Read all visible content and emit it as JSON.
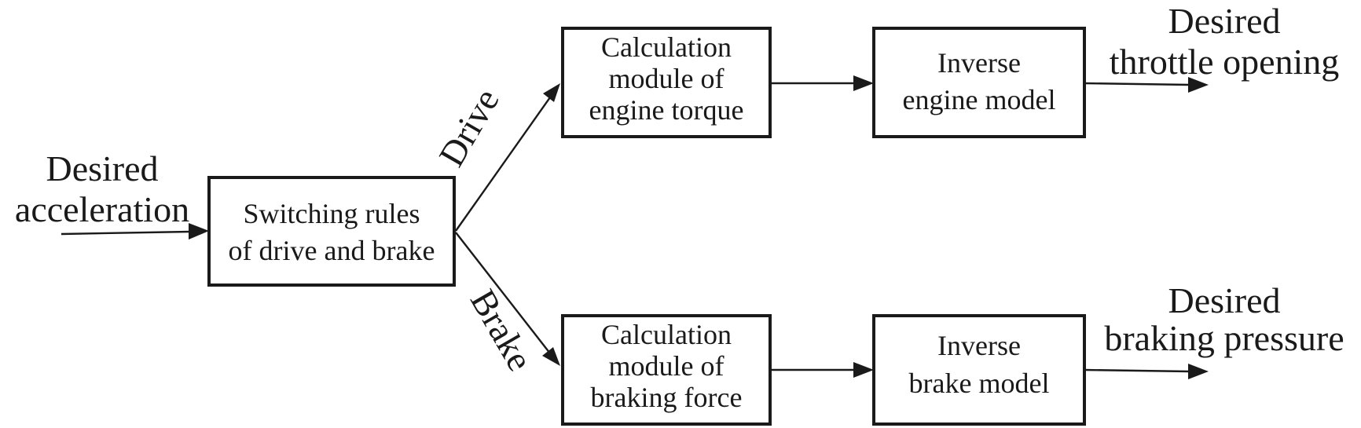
{
  "diagram": {
    "input": {
      "line1": "Desired",
      "line2": "acceleration"
    },
    "switch_block": {
      "line1": "Switching rules",
      "line2": "of drive and brake"
    },
    "branches": {
      "drive": "Drive",
      "brake": "Brake"
    },
    "engine_torque_block": {
      "line1": "Calculation",
      "line2": "module of",
      "line3": "engine torque"
    },
    "braking_force_block": {
      "line1": "Calculation",
      "line2": "module of",
      "line3": "braking force"
    },
    "inverse_engine_block": {
      "line1": "Inverse",
      "line2": "engine model"
    },
    "inverse_brake_block": {
      "line1": "Inverse",
      "line2": "brake model"
    },
    "output_throttle": {
      "line1": "Desired",
      "line2": "throttle opening"
    },
    "output_pressure": {
      "line1": "Desired",
      "line2": "braking pressure"
    },
    "colors": {
      "stroke": "#1a1a1a",
      "background": "#ffffff"
    }
  }
}
